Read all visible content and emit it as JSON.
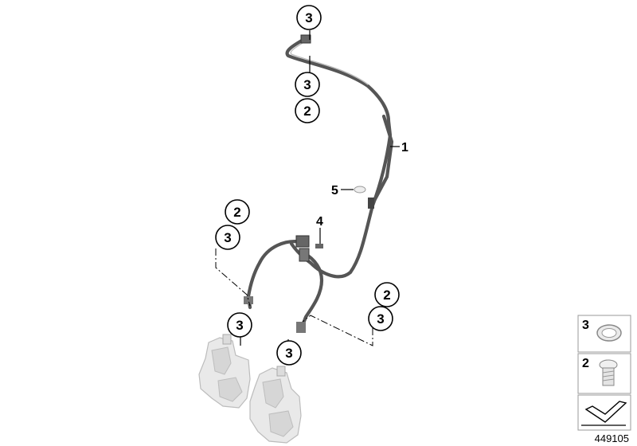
{
  "callouts": {
    "top_3": "3",
    "upper_3": "3",
    "upper_2": "2",
    "left_2": "2",
    "left_3": "3",
    "right_2": "2",
    "right_3": "3",
    "caliper_left_3": "3",
    "caliper_right_3": "3"
  },
  "labels": {
    "hose_1": "1",
    "bolt_4": "4",
    "clip_5": "5"
  },
  "legend": {
    "item_3": "3",
    "item_2": "2"
  },
  "diagram_code": "449105",
  "icons": [
    "seal-ring-icon",
    "banjo-bolt-icon",
    "arrow-icon"
  ]
}
